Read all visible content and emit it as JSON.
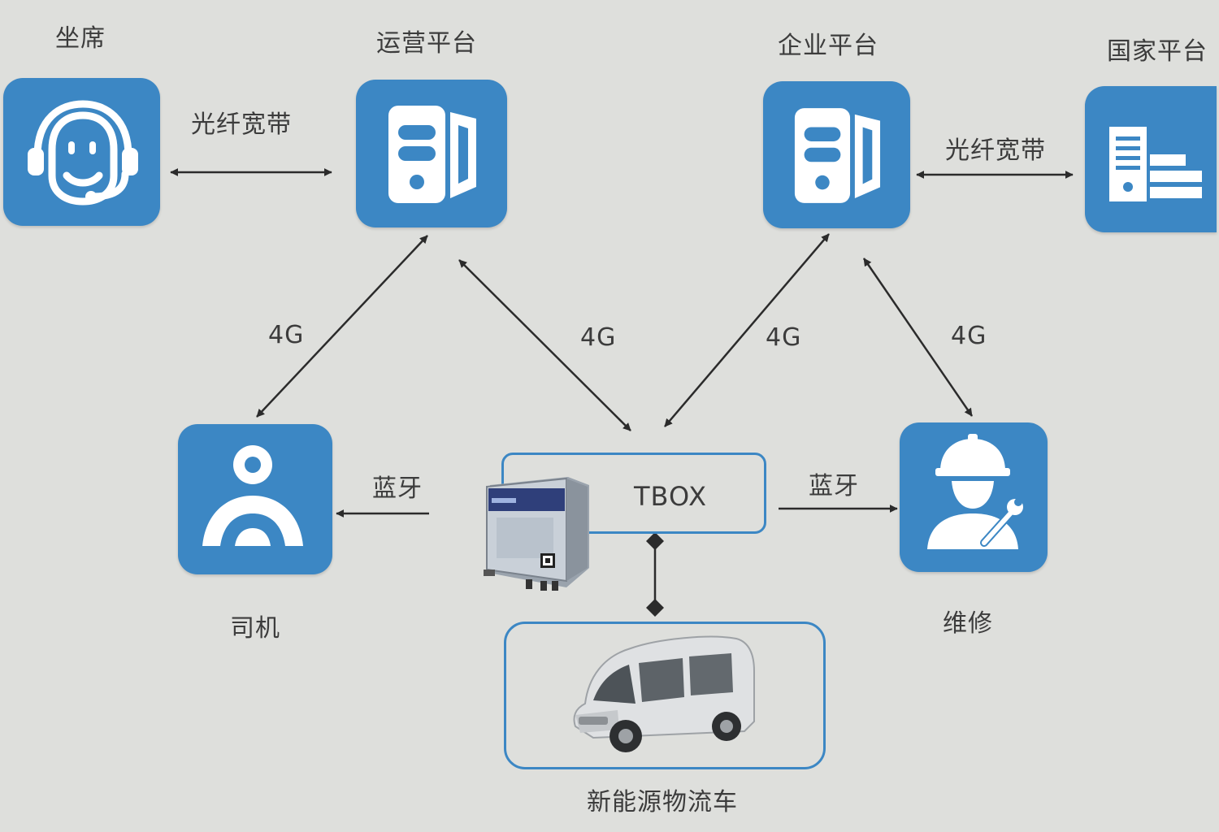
{
  "nodes": {
    "seat": "坐席",
    "ops_platform": "运营平台",
    "enterprise_platform": "企业平台",
    "national_platform": "国家平台",
    "driver": "司机",
    "maintenance": "维修",
    "tbox": "TBOX",
    "vehicle": "新能源物流车"
  },
  "links": {
    "seat_ops": "光纤宽带",
    "enterprise_national": "光纤宽带",
    "ops_driver": "4G",
    "ops_tbox": "4G",
    "enterprise_tbox": "4G",
    "enterprise_maintenance": "4G",
    "tbox_driver": "蓝牙",
    "tbox_maintenance": "蓝牙"
  },
  "colors": {
    "accent": "#3c87c4",
    "background": "#dedfdc",
    "line": "#2b2b2b"
  }
}
